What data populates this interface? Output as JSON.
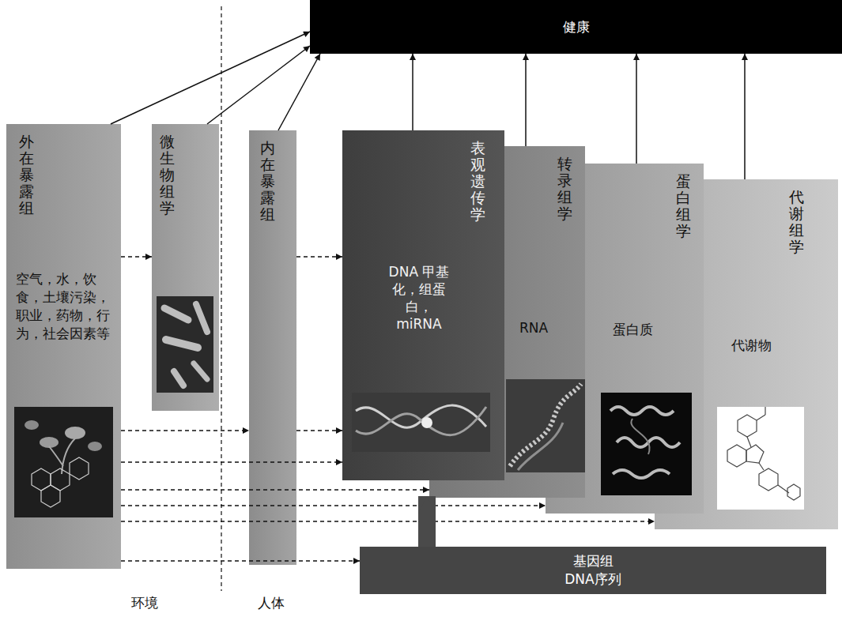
{
  "diagram": {
    "nodes": [
      {
        "text": [
          "健康"
        ]
      },
      {
        "text": [
          "外在暴露组",
          "空气，水，饮食，土壤污染，职业，药物，行为，社会因素等"
        ]
      },
      {
        "text": [
          "微生物组学"
        ]
      },
      {
        "text": [
          "内在暴露组"
        ]
      },
      {
        "text": [
          "表观遗传学",
          "DNA 甲基化，组蛋白，miRNA"
        ]
      },
      {
        "text": [
          "转录组学",
          "RNA"
        ]
      },
      {
        "text": [
          "蛋白组学",
          "蛋白质"
        ]
      },
      {
        "text": [
          "代谢组学",
          "代谢物"
        ]
      },
      {
        "text": [
          "基因组",
          "DNA序列"
        ]
      }
    ],
    "edges": [
      {
        "from": 1,
        "to": 0,
        "arrow": "to"
      },
      {
        "from": 2,
        "to": 0,
        "arrow": "to"
      },
      {
        "from": 3,
        "to": 0,
        "arrow": "to"
      },
      {
        "from": 4,
        "to": 0,
        "arrow": "to"
      },
      {
        "from": 5,
        "to": 0,
        "arrow": "to"
      },
      {
        "from": 6,
        "to": 0,
        "arrow": "to"
      },
      {
        "from": 7,
        "to": 0,
        "arrow": "to"
      },
      {
        "from": 1,
        "to": 2,
        "arrow": "to"
      },
      {
        "from": 3,
        "to": 4,
        "arrow": "to"
      },
      {
        "from": 1,
        "to": 3,
        "arrow": "to"
      },
      {
        "from": 3,
        "to": 4,
        "arrow": "to"
      },
      {
        "from": 1,
        "to": 4,
        "arrow": "to"
      },
      {
        "from": 1,
        "to": 5,
        "arrow": "to"
      },
      {
        "from": 1,
        "to": 6,
        "arrow": "to"
      },
      {
        "from": 1,
        "to": 7,
        "arrow": "to"
      },
      {
        "from": 1,
        "to": 8,
        "arrow": "to"
      },
      {
        "from": 8,
        "to": 4,
        "arrow": "to"
      }
    ],
    "labels": [
      "环境",
      "人体"
    ]
  }
}
